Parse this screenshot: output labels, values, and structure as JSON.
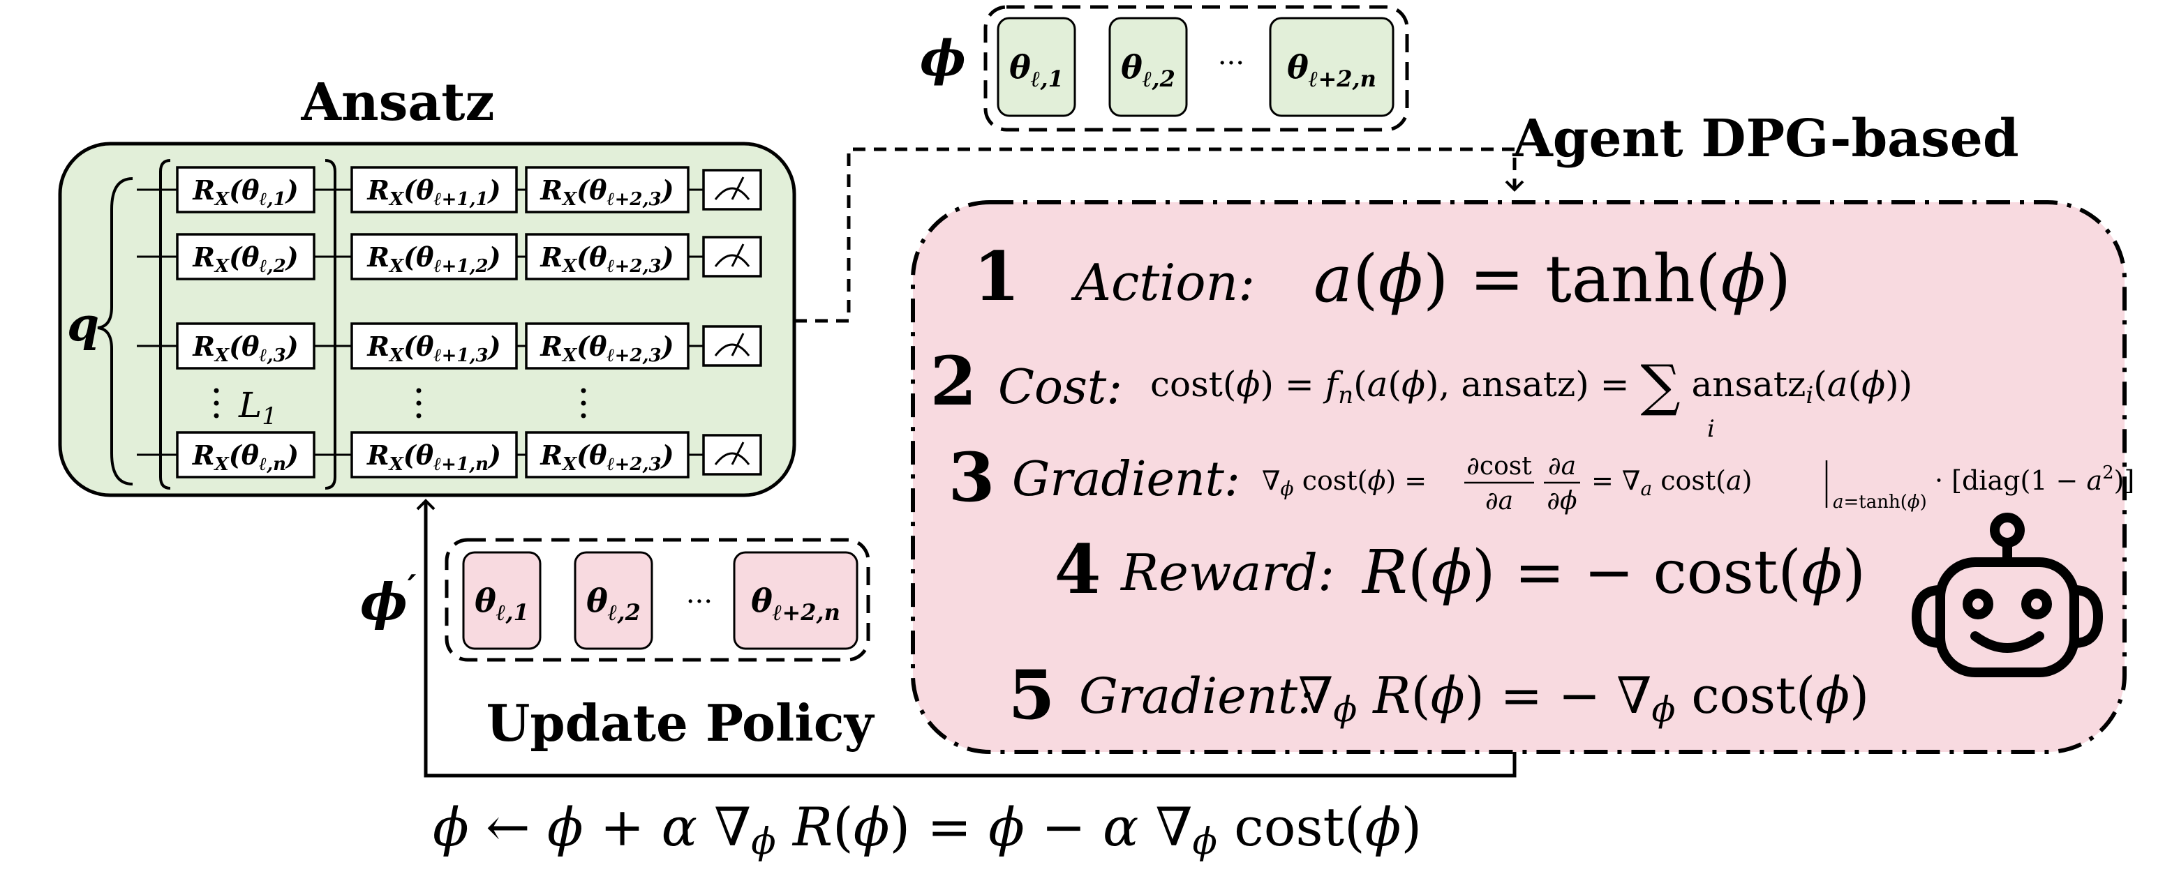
{
  "ansatz": {
    "title": "Ansatz",
    "qubit_label": "q",
    "layer_label": "L",
    "layer_subscript": "1",
    "gate_prefix": "R",
    "gate_axis": "X",
    "theta": "θ",
    "rows": [
      [
        "ℓ,1",
        "ℓ+1,1",
        "ℓ+2,3"
      ],
      [
        "ℓ,2",
        "ℓ+1,2",
        "ℓ+2,3"
      ],
      [
        "ℓ,3",
        "ℓ+1,3",
        "ℓ+2,3"
      ],
      [
        "ℓ,n",
        "ℓ+1,n",
        "ℓ+2,3"
      ]
    ],
    "colors": {
      "fill": "#e2efd9",
      "stroke": "#000000"
    }
  },
  "phi_params": {
    "label": "ϕ",
    "items": [
      "ℓ,1",
      "ℓ,2",
      "ℓ+2,n"
    ],
    "ellipsis": "···",
    "color": "#e2efd9"
  },
  "phi_prime_params": {
    "label": "ϕ",
    "prime": "′",
    "items": [
      "ℓ,1",
      "ℓ,2",
      "ℓ+2,n"
    ],
    "ellipsis": "···",
    "color": "#f8dae0"
  },
  "agent": {
    "title": "Agent DPG-based",
    "color": "#f8dae0",
    "steps": [
      {
        "num": "1",
        "name": "Action:",
        "eq": "a(ϕ) = tanh(ϕ)"
      },
      {
        "num": "2",
        "name": "Cost:",
        "eq": "cost(ϕ) = fₙ(a(ϕ), ansatz) = ∑ᵢ ansatzᵢ(a(ϕ))"
      },
      {
        "num": "3",
        "name": "Gradient:",
        "eq": "∇ϕ cost(ϕ) = (∂cost/∂a)(∂a/∂ϕ) = ∇ₐ cost(a)|a=tanh(ϕ) · [diag(1 − a²)]"
      },
      {
        "num": "4",
        "name": "Reward:",
        "eq": "R(ϕ) = − cost(ϕ)"
      },
      {
        "num": "5",
        "name": "Gradient:",
        "eq": "∇ϕ R(ϕ) = − ∇ϕ cost(ϕ)"
      }
    ]
  },
  "update_policy": {
    "label": "Update Policy",
    "equation": "ϕ ← ϕ + α ∇ϕ R(ϕ) = ϕ − α ∇ϕ cost(ϕ)"
  },
  "robot_icon": "robot-icon"
}
